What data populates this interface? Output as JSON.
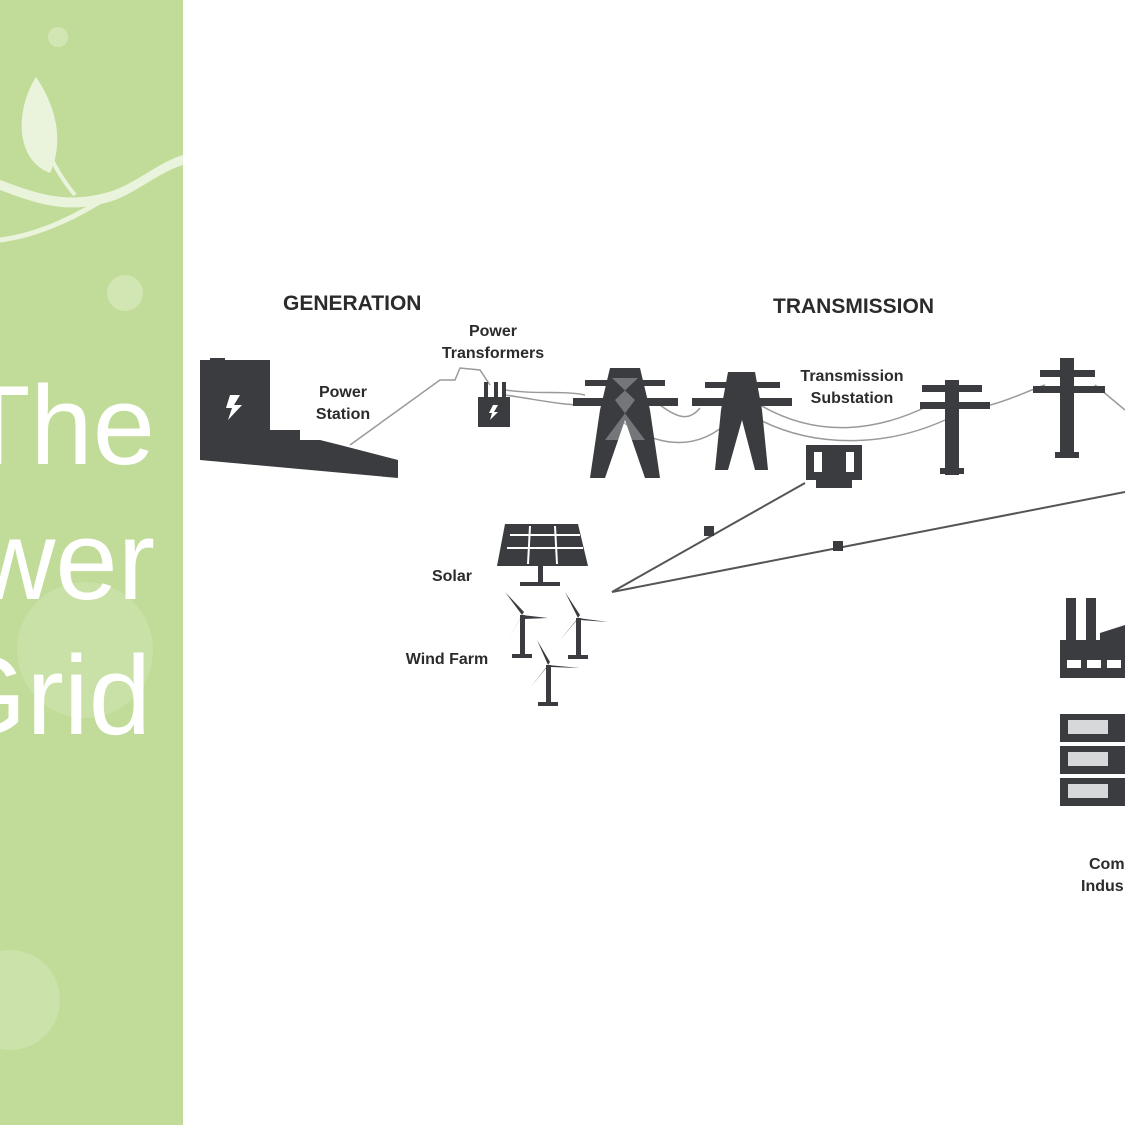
{
  "slide": {
    "title_lines": [
      "The",
      "Power",
      "Grid"
    ],
    "accent_color": "#c1dc98"
  },
  "diagram": {
    "sections": {
      "generation": "GENERATION",
      "transmission": "TRANSMISSION"
    },
    "labels": {
      "power_station": [
        "Power",
        "Station"
      ],
      "power_transformers": [
        "Power",
        "Transformers"
      ],
      "transmission_substation": [
        "Transmission",
        "Substation"
      ],
      "solar": "Solar",
      "wind_farm": "Wind Farm",
      "commercial_industrial": [
        "Com",
        "Indus"
      ]
    },
    "icon_color": "#3a3c40"
  }
}
